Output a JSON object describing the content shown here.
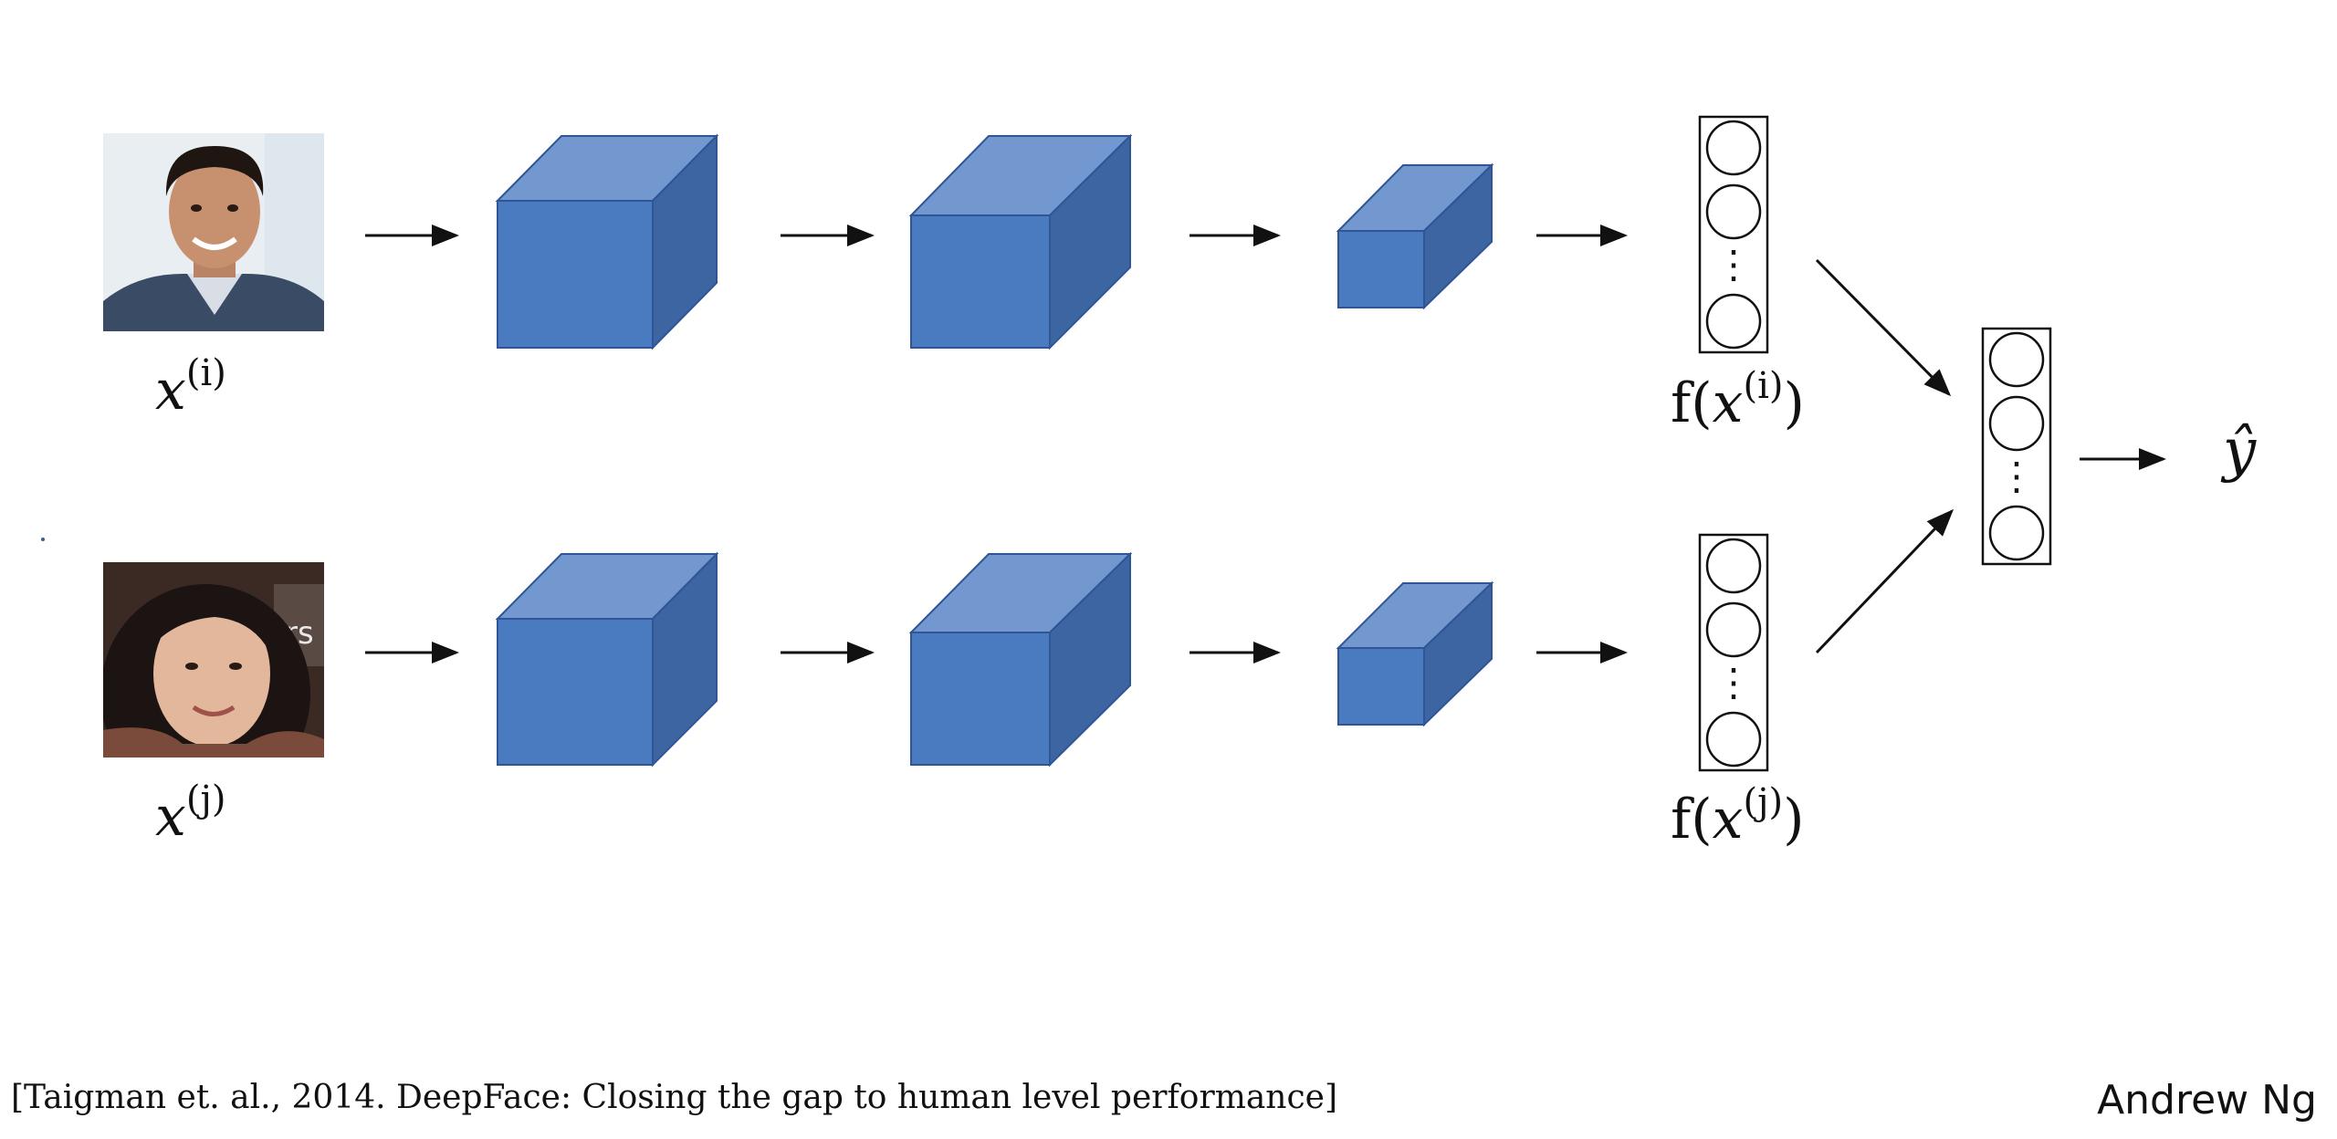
{
  "rows": [
    {
      "input_label": {
        "base": "x",
        "superscript": "(i)"
      },
      "embedding_label": {
        "func": "f(",
        "base": "x",
        "superscript": "(i)",
        "close": ")"
      }
    },
    {
      "input_label": {
        "base": "x",
        "superscript": "(j)"
      },
      "embedding_label": {
        "func": "f(",
        "base": "x",
        "superscript": "(j)",
        "close": ")"
      }
    }
  ],
  "vector_dots": "⋮",
  "output_label": "ŷ",
  "colors": {
    "cube_front": "#4a7bc0",
    "cube_top": "#7398cf",
    "cube_side": "#3d65a2",
    "cube_edge": "#2f5597",
    "stroke": "#111111",
    "photo_1_bg": "#e9eef3",
    "photo_2_bg": "#3b2a24"
  },
  "footer": {
    "citation": "[Taigman et. al., 2014. DeepFace: Closing the gap to human level performance]",
    "author": "Andrew Ng"
  }
}
